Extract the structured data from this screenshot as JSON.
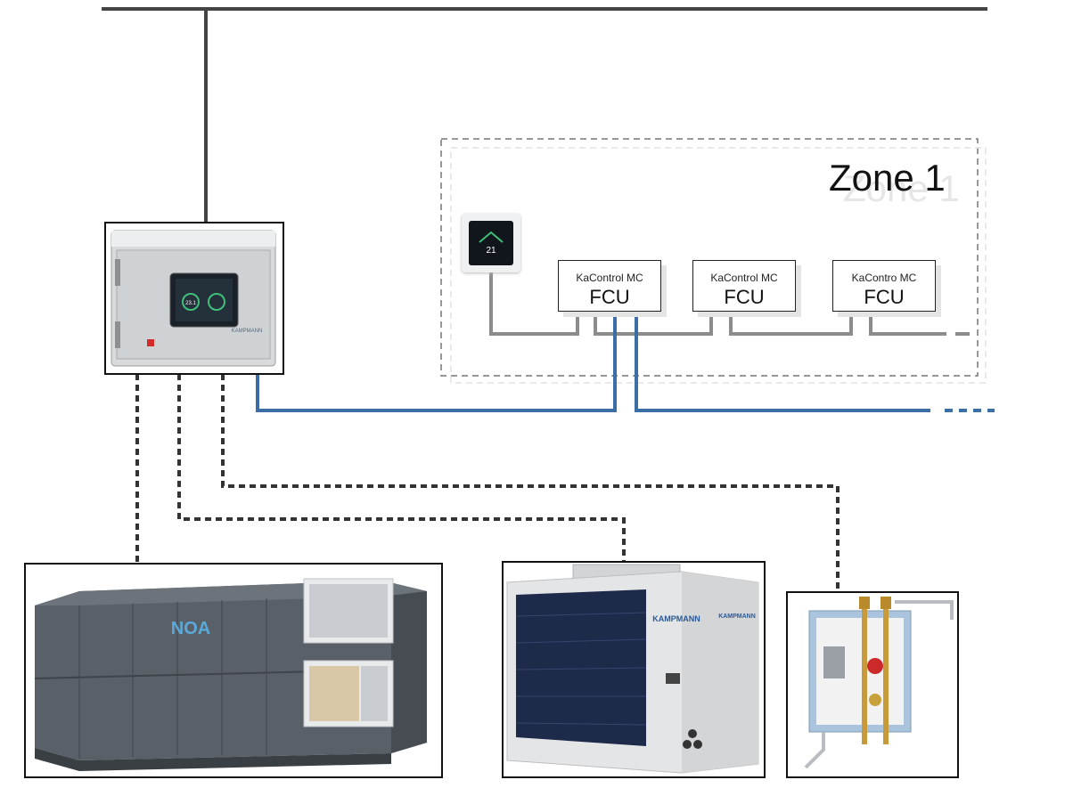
{
  "zone": {
    "title": "Zone 1"
  },
  "fcu_units": [
    {
      "controller": "KaControl MC",
      "unit": "FCU"
    },
    {
      "controller": "KaControl MC",
      "unit": "FCU"
    },
    {
      "controller": "KaContro MC",
      "unit": "FCU"
    }
  ],
  "devices": {
    "ahu_logo": "NOA",
    "chiller_brand": "KAMPMANN",
    "controller_screen_value": "23.1",
    "thermostat_value": "21"
  },
  "colors": {
    "bus_line": "#444444",
    "modbus_line": "#8c8c8c",
    "water_line": "#3b6ea5",
    "dashed_line": "#333333",
    "zone_border": "#7a7a7a"
  }
}
